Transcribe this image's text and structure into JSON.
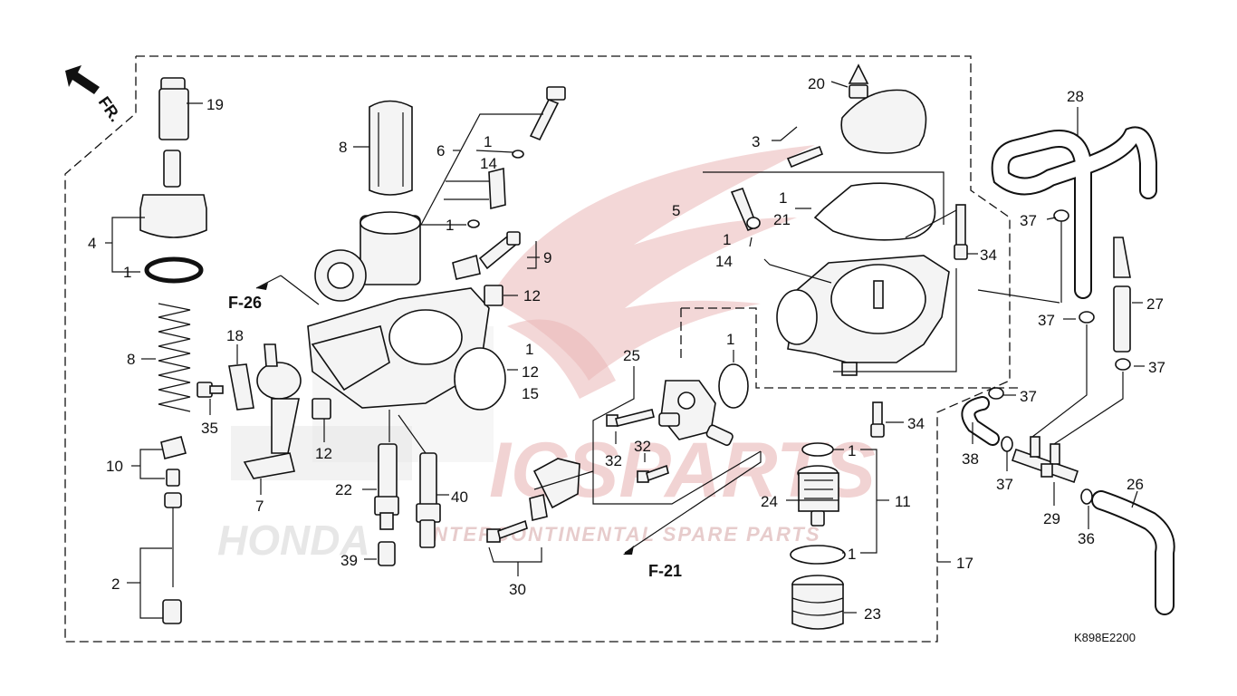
{
  "diagram": {
    "code": "K898E2200",
    "direction_label": "FR.",
    "refs": {
      "f26": "F-26",
      "f21": "F-21"
    },
    "watermark": {
      "brand": "ICSPARTS",
      "tagline": "INTERCONTINENTAL SPARE PARTS",
      "maker": "HONDA"
    },
    "colors": {
      "line": "#111111",
      "watermark": "#e9b6b6",
      "background": "#ffffff"
    },
    "labels": {
      "l19": "19",
      "l8a": "8",
      "l4": "4",
      "l1a": "1",
      "l8b": "8",
      "l10": "10",
      "l2": "2",
      "l6": "6",
      "l1b": "1",
      "l14a": "14",
      "l1c": "1",
      "l9": "9",
      "l12a": "12",
      "l18": "18",
      "l35": "35",
      "l12b": "12",
      "l7": "7",
      "l22": "22",
      "l40": "40",
      "l39": "39",
      "l1d": "1",
      "l12c": "12",
      "l15": "15",
      "l25": "25",
      "l32a": "32",
      "l32b": "32",
      "l30": "30",
      "l1e": "1",
      "l20": "20",
      "l3": "3",
      "l5": "5",
      "l1f": "1",
      "l21": "21",
      "l1g": "1",
      "l14b": "14",
      "l34a": "34",
      "l34b": "34",
      "l1h": "1",
      "l24": "24",
      "l11": "11",
      "l1i": "1",
      "l23": "23",
      "l17": "17",
      "l28": "28",
      "l37a": "37",
      "l27": "27",
      "l37b": "37",
      "l37c": "37",
      "l37d": "37",
      "l38": "38",
      "l37e": "37",
      "l29": "29",
      "l36": "36",
      "l26": "26"
    }
  }
}
